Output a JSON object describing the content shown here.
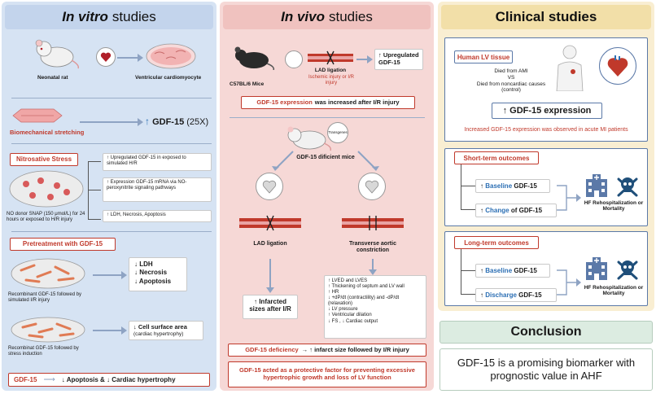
{
  "invitro": {
    "title_em": "In vitro",
    "title_rest": "studies",
    "neonatal_rat": "Neonatal rat",
    "ventricular": "Ventricular cardiomyocyte",
    "biomech": "Biomechanical stretching",
    "gdf_label": "GDF-15",
    "gdf_fold": "(25X)",
    "nitro_title": "Nitrosative Stress",
    "nitro_items": [
      "↑ Upregulated GDF-15 in exposed to simulated H/R",
      "↑ Expression GDF-15 mRNA via NO-peroxynitrite signaling pathways",
      "↑ LDH, Necrosis, Apoptosis"
    ],
    "snap": "NO donor SNAP (150 μmol/L) for 24 hours or exposed to H/R injury",
    "pre_title": "Pretreatment with GDF-15",
    "res1": [
      "↓ LDH",
      "↓ Necrosis",
      "↓ Apoptosis"
    ],
    "recomb1": "Recombinant GDF-15 followed by simulated I/R injury",
    "res2_a": "↓ Cell surface area",
    "res2_b": "(cardiac hypertrophy)",
    "recomb2": "Recombinat GDF-15 followed by stress induction",
    "footer_gdf": "GDF-15",
    "footer_rest": "↓ Apoptosis & ↓ Cardiac hypertrophy"
  },
  "invivo": {
    "title_em": "In vivo",
    "title_rest": "studies",
    "mice": "C57BL/6 Mice",
    "lad": "LAD ligation",
    "ischemic": "Ischemic injury or I/R injury",
    "upreg": "↑ Upregulated GDF-15",
    "expr_red": "GDF-15 expression",
    "expr_rest": "was increased after I/R injury",
    "transgenes": "Transgenes",
    "deficient": "GDF-15 dificient mice",
    "lad2": "LAD ligation",
    "tac": "Transverse aortic constriction",
    "infarct": "↑ Infarcted sizes after I/R",
    "tac_items": [
      "↑ LVED and LVES",
      "↑ Thickening of septum and LV wall",
      "↑ HR",
      "↓ +dP/dt (contractility) and -dP/dt (relaxation)",
      "↓ LV pressure",
      "↑ Ventricular dilation",
      "↓ FS , ↓ Cardiac output"
    ],
    "def_red": "GDF-15 deficiency",
    "def_rest": "→ ↑ infarct size followed by I/R injury",
    "protective": "GDF-15 acted as a protective factor for preventing excessive hypertrophic growth and loss of LV function"
  },
  "clinical": {
    "title": "Clinical studies",
    "human_lv": "Human LV tissue",
    "ami": "Died from AMI",
    "vs": "VS",
    "noncardiac": "Died from noncardiac causes (control)",
    "expr": "↑ GDF-15 expression",
    "obs_a": "Increased GDF-15 expression was observed in",
    "obs_b": "acute MI",
    "obs_c": "patients",
    "short": "Short-term outcomes",
    "long": "Long-term outcomes",
    "s_baseline_kw": "Baseline",
    "s_change_kw": "Change",
    "s_change_of": "of",
    "l_baseline_kw": "Baseline",
    "l_discharge_kw": "Discharge",
    "gdf": "GDF-15",
    "up": "↑",
    "hf1": "HF Rehospitalization or Mortality",
    "hf2": "HF Rehospitalization or Mortality",
    "conclusion": "Conclusion",
    "biomarker": "GDF-15 is a promising biomarker with prognostic value in AHF"
  },
  "colors": {
    "invitro_bg": "#d6e3f3",
    "invivo_bg": "#f6d8d6",
    "clinical_bg": "#f9eed2",
    "conclusion_bg": "#dcece1",
    "accent_red": "#c0392b",
    "accent_blue": "#2c6fb4"
  }
}
